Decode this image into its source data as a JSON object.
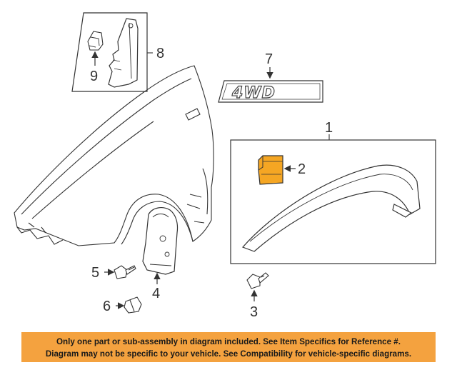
{
  "diagram": {
    "callouts": {
      "part_1": "1",
      "part_2": "2",
      "part_3": "3",
      "part_4": "4",
      "part_5": "5",
      "part_6": "6",
      "part_7": "7",
      "part_8": "8",
      "part_9": "9"
    },
    "badge_text": "4WD",
    "highlight_color": "#f5a623"
  },
  "disclaimer": {
    "line1": "Only one part or sub-assembly in diagram included. See Item Specifics for Reference #.",
    "line2": "Diagram may not be specific to your vehicle. See Compatibility for vehicle-specific diagrams."
  }
}
